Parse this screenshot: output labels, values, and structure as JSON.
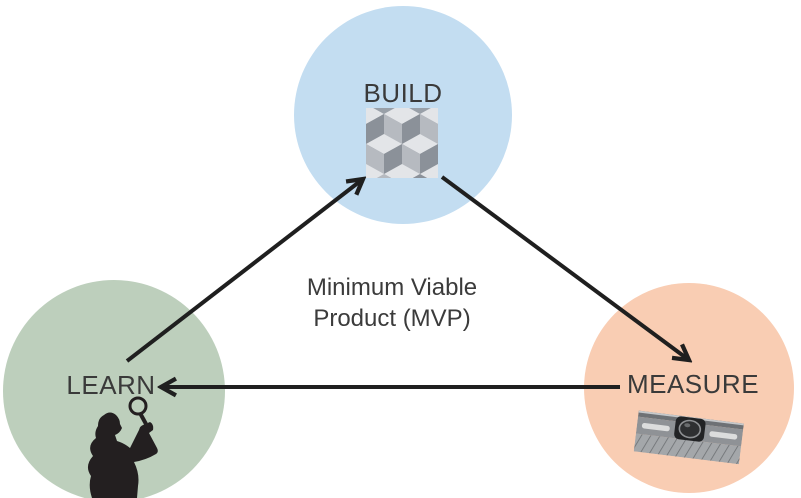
{
  "center_label": "Minimum Viable Product (MVP)",
  "nodes": [
    {
      "label": "BUILD",
      "color": "#c3ddf1",
      "icon": "isometric-cubes"
    },
    {
      "label": "LEARN",
      "color": "#bdcfbc",
      "icon": "woman-with-magnifying-glass"
    },
    {
      "label": "MEASURE",
      "color": "#f9cdb3",
      "icon": "spirit-level"
    }
  ],
  "arrows": [
    {
      "from": "LEARN",
      "to": "BUILD"
    },
    {
      "from": "BUILD",
      "to": "MEASURE"
    },
    {
      "from": "MEASURE",
      "to": "LEARN"
    }
  ],
  "colors": {
    "arrow": "#1f1f1f",
    "label_text": "#3a3a3a",
    "background": "#ffffff"
  }
}
